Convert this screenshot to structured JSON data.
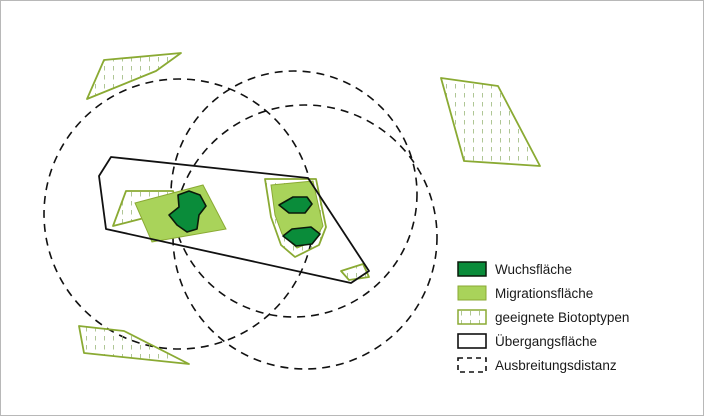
{
  "colors": {
    "wuchsflaeche": "#0a8c3a",
    "migrationsflaeche": "#a9d35a",
    "biotop_stroke": "#8aaa33",
    "biotop_fill": "#ffffff",
    "biotop_hatch": "#9bb77a",
    "outline": "#111111"
  },
  "legend": {
    "items": [
      {
        "key": "wuchsflaeche",
        "label": "Wuchsfläche",
        "icon": "solid-dark-green-swatch"
      },
      {
        "key": "migrationsflaeche",
        "label": "Migrationsfläche",
        "icon": "light-green-swatch"
      },
      {
        "key": "biotop",
        "label": "geeignete Biotoptypen",
        "icon": "hatched-swatch"
      },
      {
        "key": "uebergang",
        "label": "Übergangsfläche",
        "icon": "black-outline-swatch"
      },
      {
        "key": "ausbreitung",
        "label": "Ausbreitungsdistanz",
        "icon": "dashed-outline-swatch"
      }
    ]
  }
}
